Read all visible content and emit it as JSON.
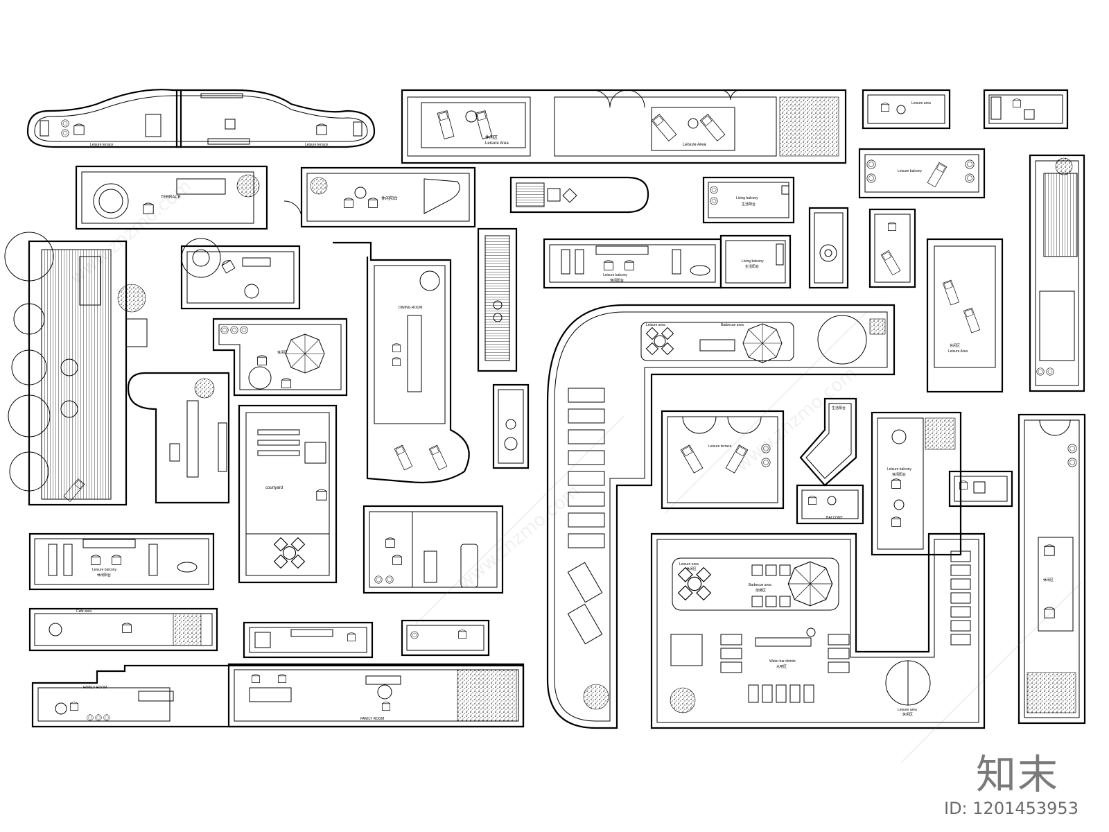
{
  "watermark": {
    "brand": "知末",
    "image_id": "ID: 1201453953",
    "site_faint": "www.znzmo.com"
  },
  "labels": {
    "terrace": "TERRACE",
    "leisure_balcony_cn": "休闲阳台",
    "leisure_area_cn": "休闲区",
    "leisure_area": "Leisure Area",
    "leisure_area_lc": "Leisure area",
    "leisure_balcony": "Leisure balcony",
    "leisure_terrace": "Leisure terrace",
    "living_balcony": "Living balcony",
    "living_balcony_cn": "生活阳台",
    "courtyard": "courtyard",
    "barbecue_area": "Barbecue area",
    "barbecue_area_cn": "烧烤区",
    "water_bar": "Water bar district",
    "water_bar_cn": "水吧区",
    "family_room": "FAMILY ROOM",
    "dining_room": "DINING ROOM",
    "balcony": "BALCONY",
    "cafe_area": "Cafe area"
  },
  "colors": {
    "line": "#000000",
    "background": "#ffffff",
    "watermark": "#7a7a7a"
  }
}
